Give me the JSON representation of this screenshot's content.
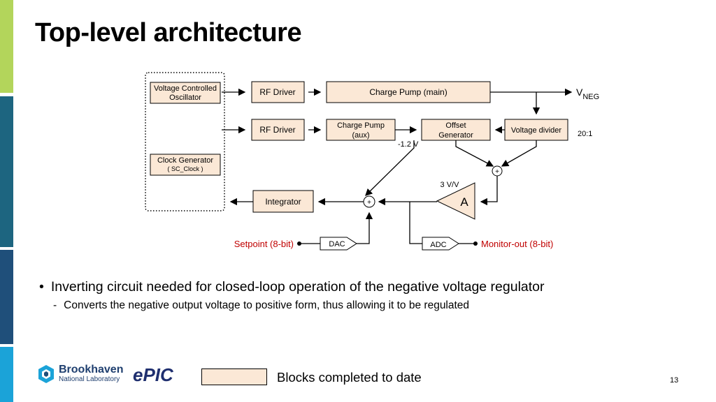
{
  "slide": {
    "title": "Top-level architecture",
    "page_number": "13"
  },
  "colors": {
    "completed_block_fill": "#fbe8d6",
    "side_bar_green": "#b3d55b",
    "side_bar_teal": "#1d6580",
    "side_bar_blue": "#1f4f7a",
    "side_bar_cyan": "#1ba3d8",
    "signal_label_red": "#c00000"
  },
  "diagram": {
    "vco": "Voltage Controlled\nOscillator",
    "clock_gen": "Clock Generator",
    "clock_gen_sub": "( SC_Clock )",
    "rf_driver_1": "RF Driver",
    "rf_driver_2": "RF Driver",
    "charge_pump_main": "Charge Pump (main)",
    "charge_pump_aux": "Charge Pump\n(aux)",
    "offset_gen": "Offset\nGenerator",
    "voltage_divider": "Voltage divider",
    "vneg_v": "V",
    "vneg_sub": "NEG",
    "ratio": "20:1",
    "ref_voltage": "-1.2 V",
    "gain": "3 V/V",
    "amp_symbol": "A",
    "integrator": "Integrator",
    "sum_sign_1": "+",
    "sum_sign_2": "+",
    "dac": "DAC",
    "adc": "ADC",
    "setpoint": "Setpoint (8-bit)",
    "monitor": "Monitor-out (8-bit)"
  },
  "bullets": {
    "b1_marker": "•",
    "b1": "Inverting circuit needed for closed-loop operation of the negative voltage regulator",
    "b2_marker": "-",
    "b2": "Converts the negative output voltage to positive form, thus allowing it to be regulated"
  },
  "legend": {
    "label": "Blocks completed to date"
  },
  "logos": {
    "bnl_name": "Brookhaven",
    "bnl_sub": "National Laboratory",
    "epic": "ePIC"
  }
}
